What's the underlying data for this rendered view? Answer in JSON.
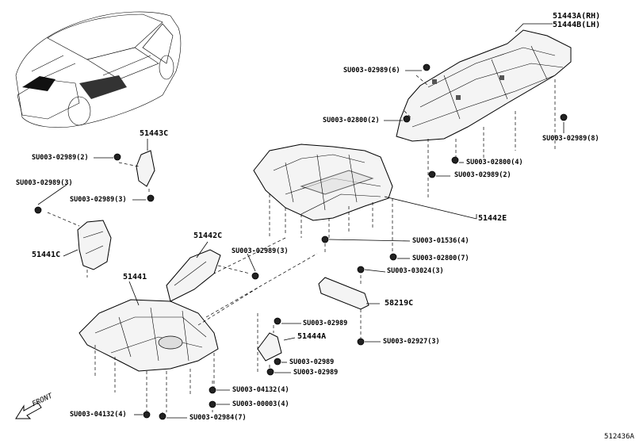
{
  "diagram": {
    "figure_id": "512436A",
    "front_label": "FRONT",
    "part_labels": {
      "p51443A": "51443A(RH)",
      "p51444B": "51444B(LH)",
      "p51443C": "51443C",
      "p51441C": "51441C",
      "p51442C": "51442C",
      "p51441": "51441",
      "p51442E": "51442E",
      "p58219C": "58219C",
      "p51444A": "51444A"
    },
    "fasteners": {
      "f1": "SU003-02989(6)",
      "f2": "SU003-02800(2)",
      "f3": "SU003-02989(8)",
      "f4": "SU003-02800(4)",
      "f5": "SU003-02989(2)",
      "f6": "SU003-02989(2)",
      "f7": "SU003-02989(3)",
      "f8": "SU003-02989(3)",
      "f9": "SU003-02989(3)",
      "f10": "SU003-01536(4)",
      "f11": "SU003-02800(7)",
      "f12": "SU003-03024(3)",
      "f13": "SU003-02989",
      "f14": "SU003-02927(3)",
      "f15": "SU003-02989",
      "f16": "SU003-02989",
      "f17": "SU003-04132(4)",
      "f18": "SU003-00003(4)",
      "f19": "SU003-04132(4)",
      "f20": "SU003-02984(7)"
    }
  }
}
